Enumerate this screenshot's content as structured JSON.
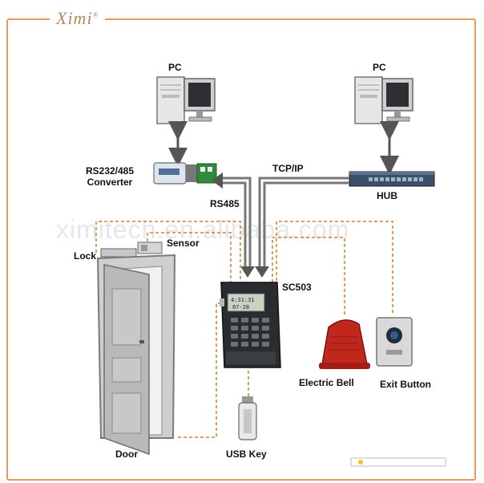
{
  "brand": {
    "name": "Ximi",
    "mark": "®"
  },
  "watermark": "ximitech.en.alibaba.com",
  "labels": {
    "pc_left": "PC",
    "pc_right": "PC",
    "converter": "RS232/485\nConverter",
    "tcpip": "TCP/IP",
    "hub": "HUB",
    "rs485": "RS485",
    "sensor": "Sensor",
    "lock": "Lock",
    "sc503": "SC503",
    "electric_bell": "Electric Bell",
    "exit_button": "Exit Button",
    "door": "Door",
    "usb_key": "USB Key"
  },
  "device_screen": {
    "line1": "4:31:31",
    "line2": "07-28"
  },
  "colors": {
    "frame": "#e39a5b",
    "dashed": "#e0a064",
    "arrow": "#555555",
    "bell": "#c0281e",
    "hub": "#3b4f68"
  }
}
